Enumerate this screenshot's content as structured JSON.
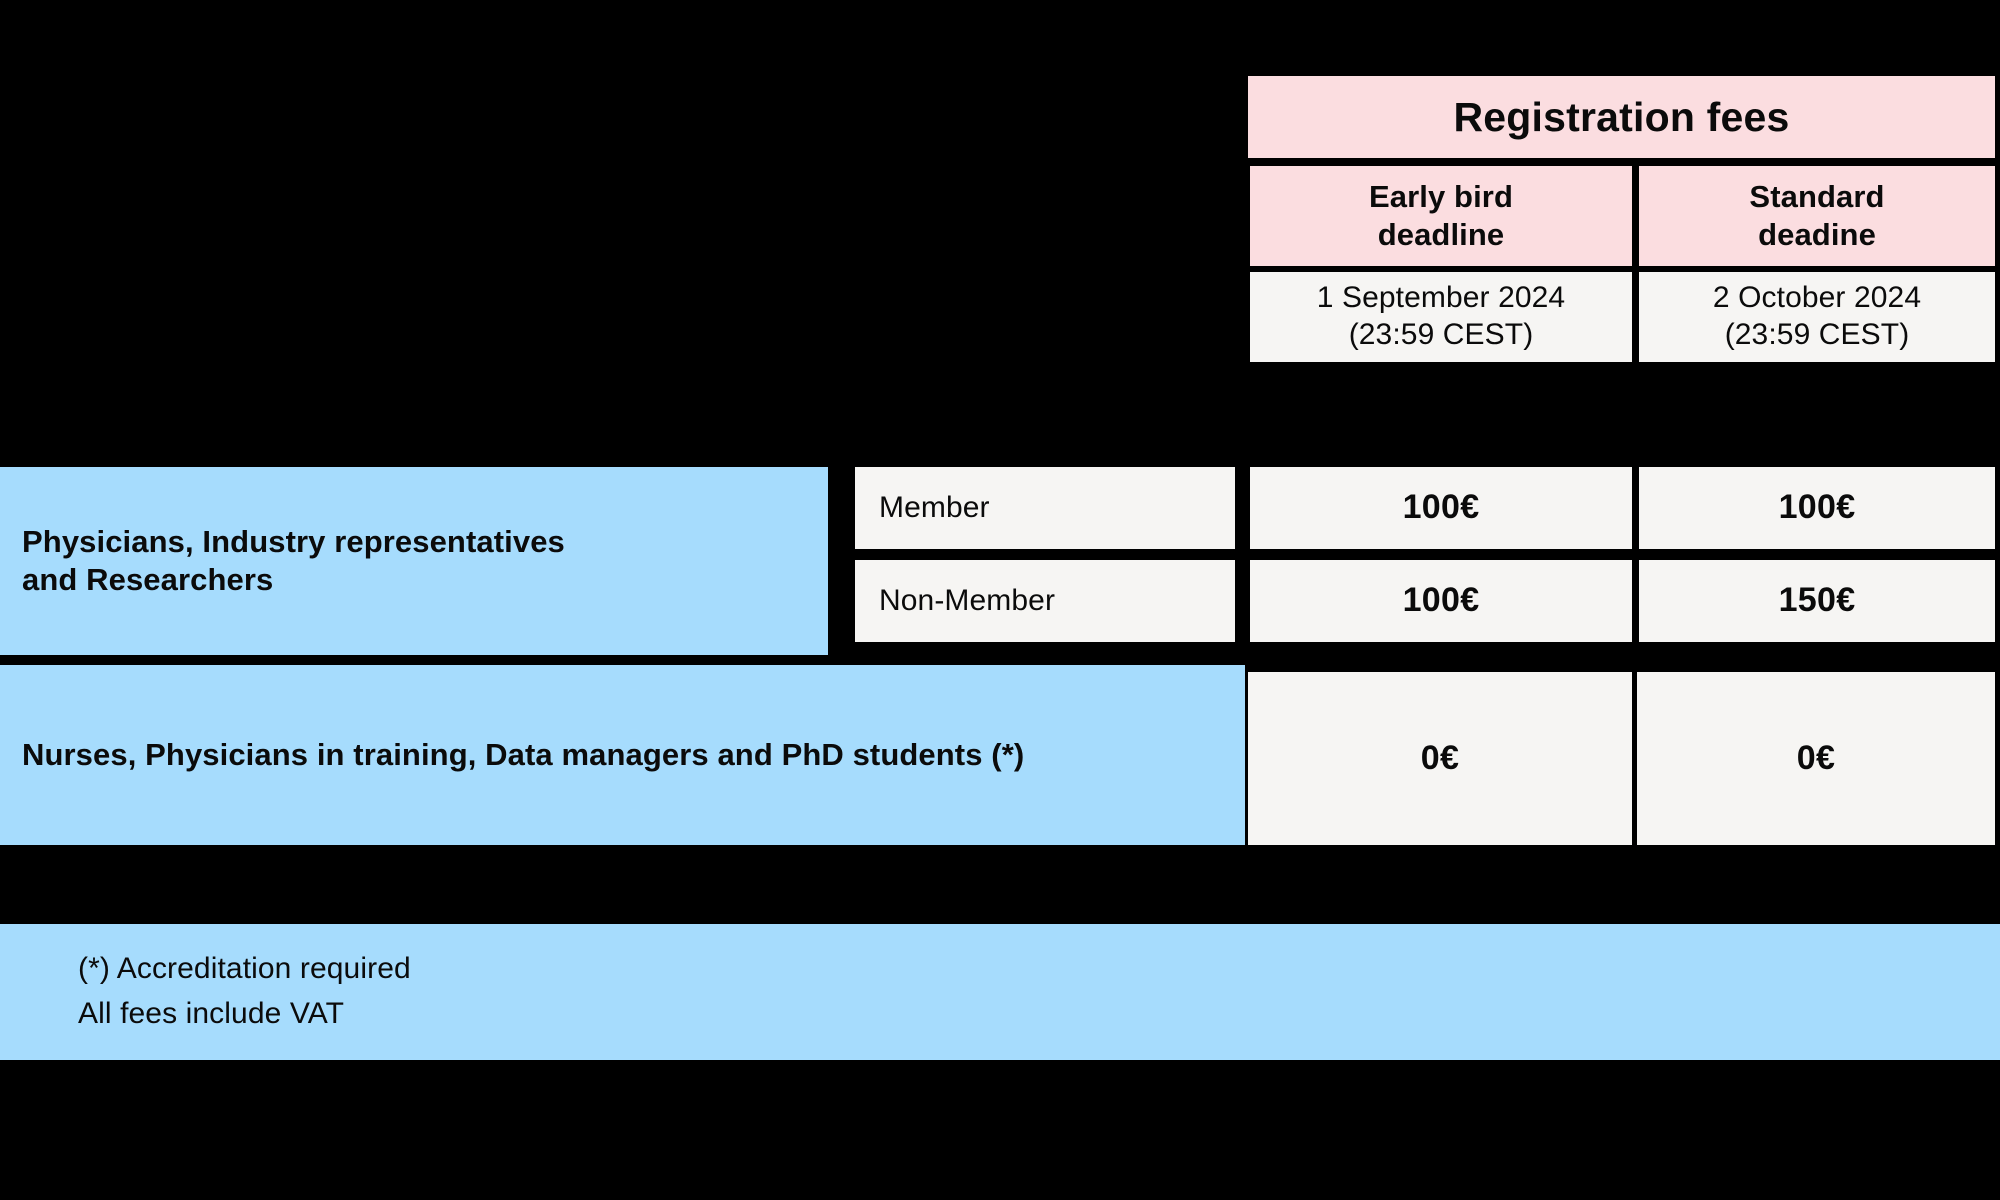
{
  "table": {
    "fees_header": "Registration fees",
    "deadline_columns": [
      {
        "name": "Early bird\ndeadline",
        "date": "1 September 2024\n(23:59 CEST)"
      },
      {
        "name": "Standard\ndeadine",
        "date": "2 October 2024\n(23:59 CEST)"
      }
    ],
    "groups": [
      {
        "label": "Physicians, Industry representatives\nand Researchers",
        "rows": [
          {
            "type": "Member",
            "fees": [
              "100€",
              "100€"
            ]
          },
          {
            "type": "Non-Member",
            "fees": [
              "100€",
              "150€"
            ]
          }
        ]
      },
      {
        "label": "Nurses, Physicians in training, Data managers and PhD students (*)",
        "rows": [
          {
            "type": "",
            "fees": [
              "0€",
              "0€"
            ]
          }
        ]
      }
    ]
  },
  "footnote": {
    "line1": "(*) Accreditation required",
    "line2": "All fees include VAT"
  },
  "colors": {
    "header_pink": "#FBDDE0",
    "category_blue": "#A6DCFD",
    "value_white": "#F6F5F3",
    "grid_black": "#000000"
  }
}
